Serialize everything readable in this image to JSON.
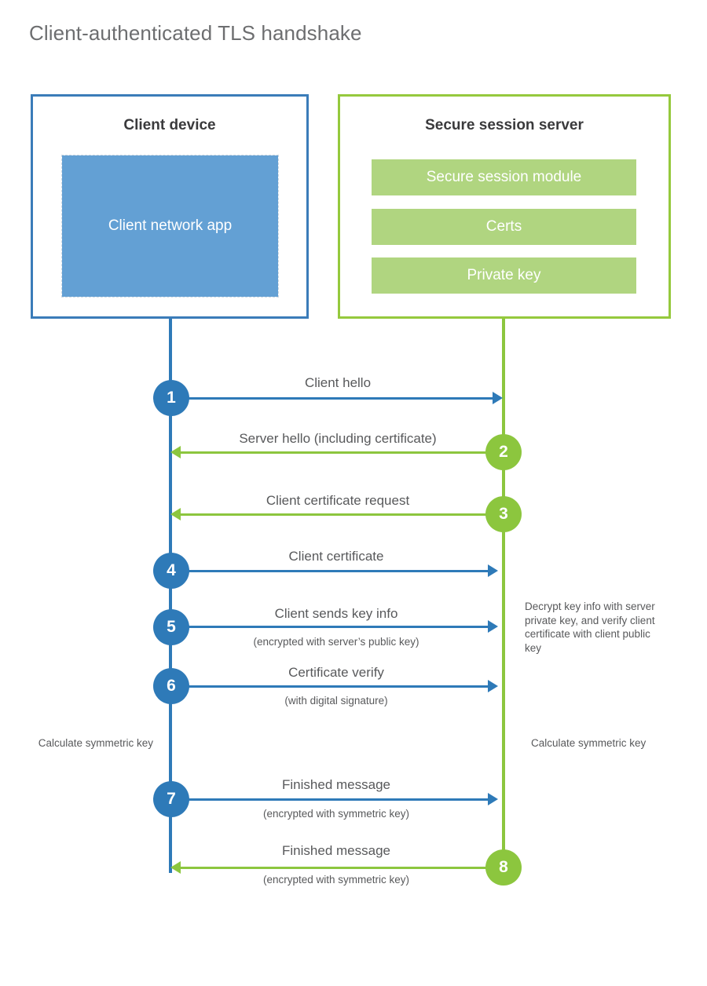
{
  "page": {
    "title": "Client-authenticated TLS handshake",
    "background": "#ffffff"
  },
  "colors": {
    "client_blue": "#2e7ab8",
    "client_blue_border": "#3b7cb9",
    "client_app_fill": "#63a0d4",
    "server_green": "#8cc63e",
    "server_green_border": "#95c93d",
    "server_bar_fill": "#b0d580",
    "text_gray": "#58595b",
    "title_gray": "#6d6e70",
    "heading_dark": "#3a3a3c"
  },
  "actors": {
    "client": {
      "title": "Client device",
      "app_label": "Client network app"
    },
    "server": {
      "title": "Secure session server",
      "modules": [
        "Secure session module",
        "Certs",
        "Private key"
      ]
    }
  },
  "steps": [
    {
      "number": "1",
      "label": "Client hello",
      "sub": "",
      "direction": "client-to-server",
      "color": "#2e7ab8"
    },
    {
      "number": "2",
      "label": "Server hello (including certificate)",
      "sub": "",
      "direction": "server-to-client",
      "color": "#8cc63e"
    },
    {
      "number": "3",
      "label": "Client certificate request",
      "sub": "",
      "direction": "server-to-client",
      "color": "#8cc63e"
    },
    {
      "number": "4",
      "label": "Client certificate",
      "sub": "",
      "direction": "client-to-server",
      "color": "#2e7ab8"
    },
    {
      "number": "5",
      "label": "Client sends key info",
      "sub": "(encrypted with server’s public key)",
      "direction": "client-to-server",
      "color": "#2e7ab8"
    },
    {
      "number": "6",
      "label": "Certificate verify",
      "sub": "(with digital signature)",
      "direction": "client-to-server",
      "color": "#2e7ab8"
    },
    {
      "number": "7",
      "label": "Finished message",
      "sub": "(encrypted with symmetric key)",
      "direction": "client-to-server",
      "color": "#2e7ab8"
    },
    {
      "number": "8",
      "label": "Finished message",
      "sub": "(encrypted with symmetric key)",
      "direction": "server-to-client",
      "color": "#8cc63e"
    }
  ],
  "annotations": {
    "server_decrypt": "Decrypt key info with server private key, and verify client certificate with client public key",
    "client_calculate": "Calculate symmetric key",
    "server_calculate": "Calculate symmetric key"
  }
}
